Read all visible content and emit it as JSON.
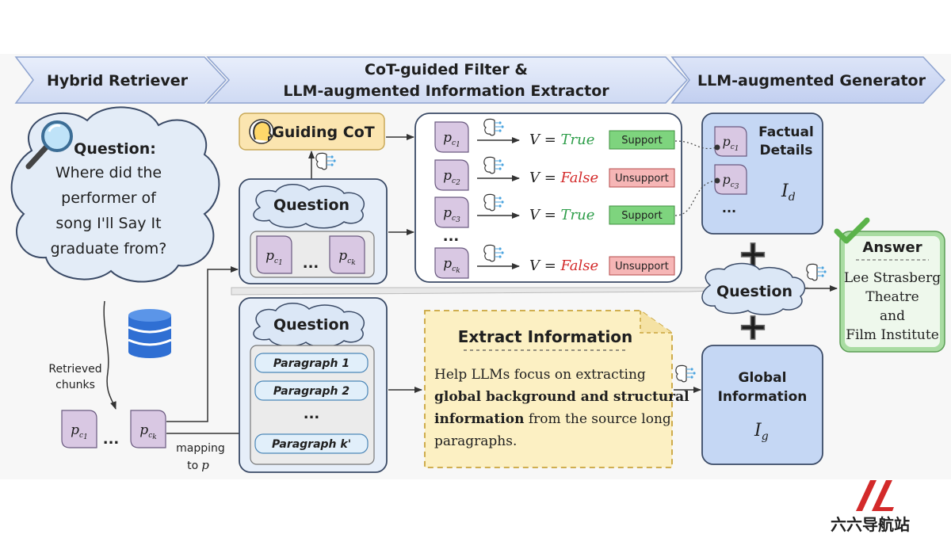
{
  "stages": {
    "retriever": "Hybrid Retriever",
    "filter_line1": "CoT-guided Filter &",
    "filter_line2": "LLM-augmented Information Extractor",
    "generator": "LLM-augmented Generator"
  },
  "question_bubble": {
    "title": "Question:",
    "lines": [
      "Where did the",
      "performer of",
      "song I'll Say It",
      "graduate from?"
    ]
  },
  "retrieved_label": [
    "Retrieved",
    "chunks"
  ],
  "mapping_label": [
    "mapping",
    "to"
  ],
  "mapping_symbol": "p",
  "chunk_symbol": "p",
  "chunk_ids": {
    "c1": "c",
    "c1_sub": "1",
    "ck": "c",
    "ck_sub": "k"
  },
  "ellipsis": "...",
  "guiding_cot": "Guiding CoT",
  "question_label": "Question",
  "verification": {
    "lhs": "V =",
    "rows": [
      {
        "sub": "1",
        "value": "True",
        "tag": "Support"
      },
      {
        "sub": "2",
        "value": "False",
        "tag": "Unsupport"
      },
      {
        "sub": "3",
        "value": "True",
        "tag": "Support"
      },
      {
        "sub": "k",
        "value": "False",
        "tag": "Unsupport"
      }
    ]
  },
  "paragraphs": [
    "Paragraph 1",
    "Paragraph 2",
    "Paragraph k'"
  ],
  "paragraph_ellipsis": "...",
  "extract": {
    "title": "Extract Information",
    "line1": "Help LLMs focus on extracting",
    "line2": "global background and structural",
    "line3_bold": "information",
    "line3_rest": " from the source long",
    "line4": "paragraphs."
  },
  "factual": {
    "title_line1": "Factual",
    "title_line2": "Details",
    "chunks": [
      "1",
      "3"
    ],
    "symbol": "I",
    "sub": "d"
  },
  "global": {
    "title_line1": "Global",
    "title_line2": "Information",
    "symbol": "I",
    "sub": "g"
  },
  "plus": "+",
  "answer": {
    "title": "Answer",
    "lines": [
      "Lee Strasberg",
      "Theatre",
      "and",
      "Film Institute"
    ]
  },
  "watermark": "六六导航站",
  "colors": {
    "banner": "#dbe3f7",
    "question_cloud": "#e3ecf7",
    "chunk": "#d9c8e3",
    "true": "#2e9e4a",
    "false": "#d32a2a",
    "support_bg": "#7ed47e",
    "unsupport_bg": "#f6b6b6",
    "answer_bg": "#a9dca2",
    "extract_bg": "#fcf0c3",
    "cot_bg": "#fbe5b0",
    "logo_red": "#d32a2a"
  }
}
